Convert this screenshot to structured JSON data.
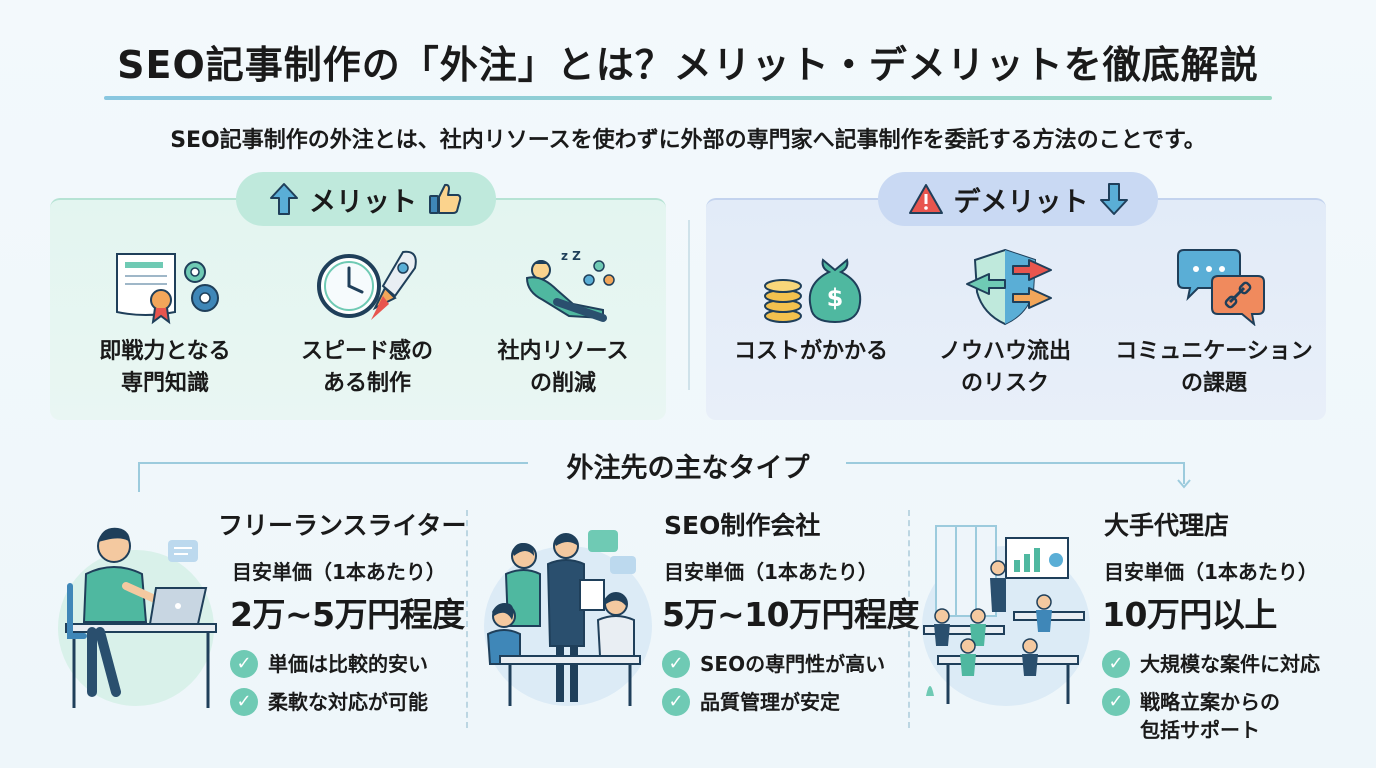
{
  "header": {
    "title": "SEO記事制作の「外注」とは？メリット・デメリットを徹底解説",
    "subtitle": "SEO記事制作の外注とは、社内リソースを使わずに外部の専門家へ記事制作を委託する方法のことです。"
  },
  "merit": {
    "label": "メリット",
    "items": [
      {
        "line1": "即戦力となる",
        "line2": "専門知識",
        "icon": "certificate-gears-icon"
      },
      {
        "line1": "スピード感の",
        "line2": "ある制作",
        "icon": "clock-rocket-icon"
      },
      {
        "line1": "社内リソース",
        "line2": "の削減",
        "icon": "relaxing-person-icon"
      }
    ]
  },
  "demerit": {
    "label": "デメリット",
    "items": [
      {
        "line1": "コストがかかる",
        "line2": "",
        "icon": "money-bag-coins-icon"
      },
      {
        "line1": "ノウハウ流出",
        "line2": "のリスク",
        "icon": "shield-arrows-icon"
      },
      {
        "line1": "コミュニケーション",
        "line2": "の課題",
        "icon": "chat-bubbles-icon"
      }
    ]
  },
  "types": {
    "heading": "外注先の主なタイプ",
    "cards": [
      {
        "name": "フリーランスライター",
        "price_label": "目安単価（1本あたり）",
        "price": "2万~5万円程度",
        "features": [
          "単価は比較的安い",
          "柔軟な対応が可能"
        ]
      },
      {
        "name": "SEO制作会社",
        "price_label": "目安単価（1本あたり）",
        "price": "5万~10万円程度",
        "features": [
          "SEOの専門性が高い",
          "品質管理が安定"
        ]
      },
      {
        "name": "大手代理店",
        "price_label": "目安単価（1本あたり）",
        "price": "10万円以上",
        "features": [
          "大規模な案件に対応",
          "戦略立案からの\n包括サポート"
        ],
        "feature_lines": [
          "大規模な案件に対応",
          "戦略立案からの",
          "包括サポート"
        ]
      }
    ]
  },
  "colors": {
    "merit_pill": "#bfe9dc",
    "demerit_pill": "#c9d9f3",
    "check": "#6fcab4",
    "accent_blue": "#2f7fb8"
  }
}
